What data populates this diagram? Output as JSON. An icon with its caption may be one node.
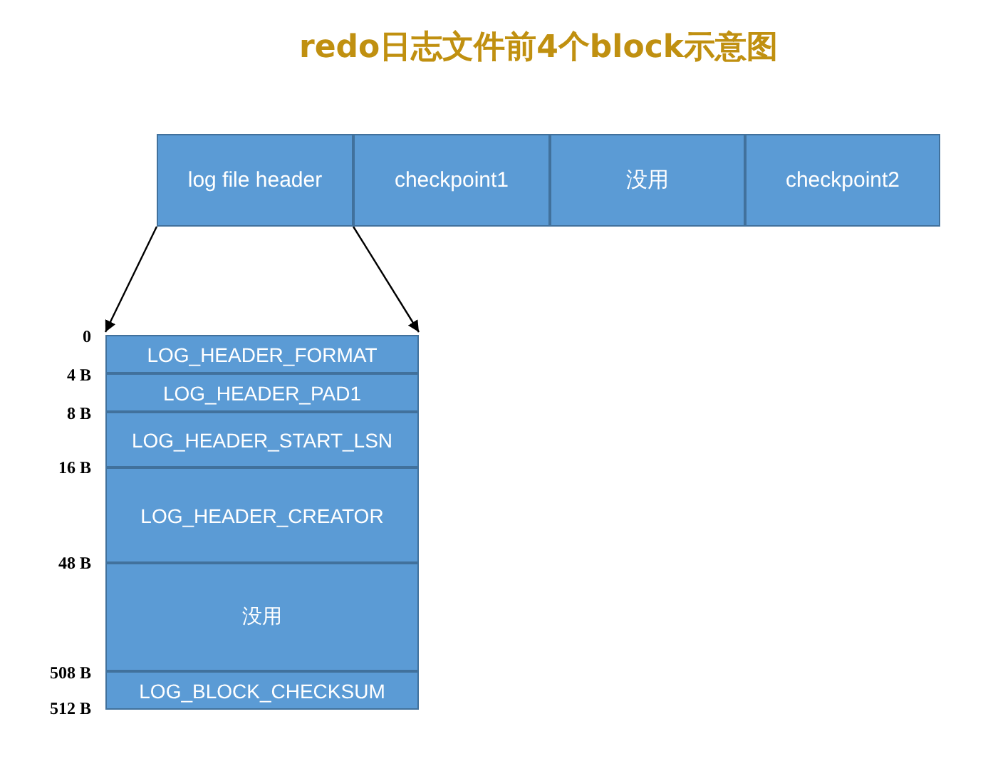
{
  "diagram": {
    "title": "redo日志文件前4个block示意图",
    "nodes": [
      {
        "text": [
          "log file header"
        ]
      },
      {
        "text": [
          "checkpoint1"
        ]
      },
      {
        "text": [
          "没用"
        ]
      },
      {
        "text": [
          "checkpoint2"
        ]
      },
      {
        "text": [
          "LOG_HEADER_FORMAT"
        ]
      },
      {
        "text": [
          "LOG_HEADER_PAD1"
        ]
      },
      {
        "text": [
          "LOG_HEADER_START_LSN"
        ]
      },
      {
        "text": [
          "LOG_HEADER_CREATOR"
        ]
      },
      {
        "text": [
          "没用"
        ]
      },
      {
        "text": [
          "LOG_BLOCK_CHECKSUM"
        ]
      }
    ],
    "edges": [
      {
        "from": 0,
        "to": 4,
        "arrow": "to"
      },
      {
        "from": 0,
        "to": 4,
        "arrow": "to"
      }
    ],
    "labels": [
      "0",
      "4 B",
      "8 B",
      "16 B",
      "48 B",
      "508 B",
      "512 B"
    ]
  }
}
